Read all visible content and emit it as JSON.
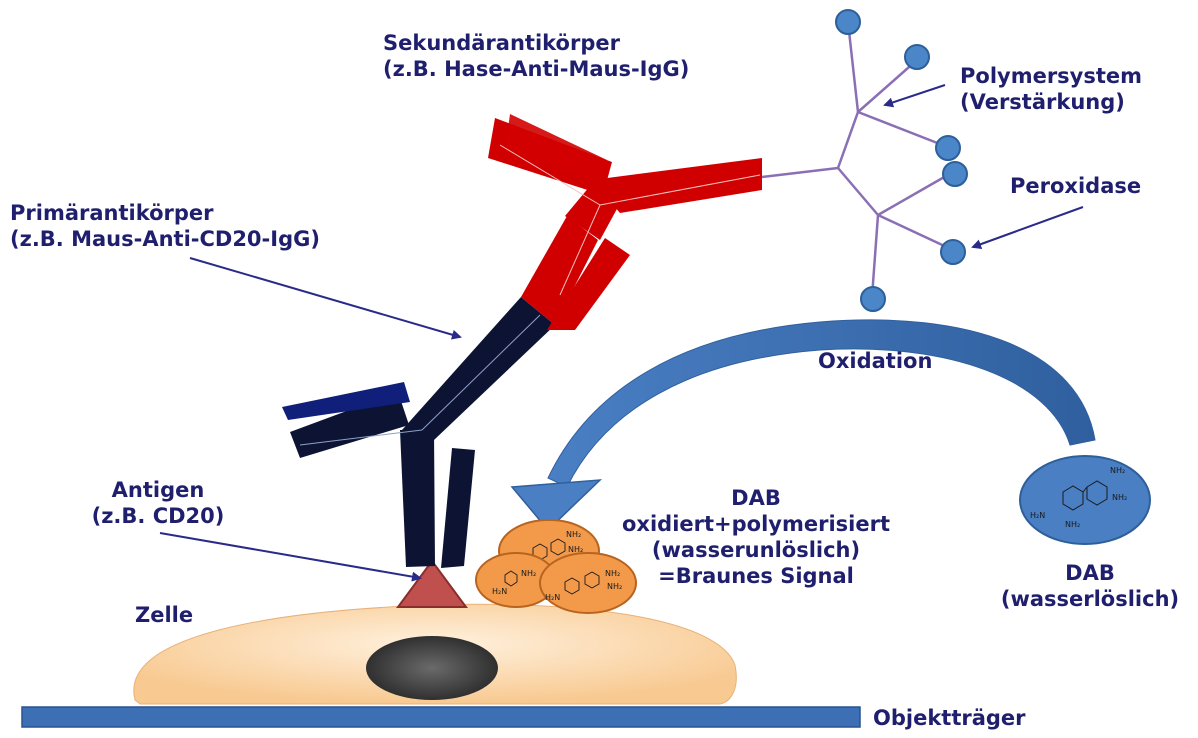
{
  "labels": {
    "secondary_antibody": [
      "Sekundärantikörper",
      "(z.B. Hase-Anti-Maus-IgG)"
    ],
    "primary_antibody": [
      "Primärantikörper",
      "(z.B. Maus-Anti-CD20-IgG)"
    ],
    "polymer_system": [
      "Polymersystem",
      "(Verstärkung)"
    ],
    "peroxidase": "Peroxidase",
    "oxidation": "Oxidation",
    "antigen": [
      "Antigen",
      "(z.B. CD20)"
    ],
    "dab_oxidized": [
      "DAB",
      "oxidiert+polymerisiert",
      "(wasserunlöslich)",
      "=Braunes Signal"
    ],
    "dab_soluble": [
      "DAB",
      "(wasserlöslich)"
    ],
    "cell": "Zelle",
    "slide": "Objektträger"
  },
  "chem_labels": {
    "nh2": "NH₂",
    "h2n": "H₂N"
  },
  "colors": {
    "label_text": "#1f1f6e",
    "secondary_antibody": "#d10000",
    "primary_antibody": "#0d1433",
    "primary_arm_blue": "#0f1f7a",
    "polymer_line": "#8b6fb5",
    "peroxidase": "#4a86c8",
    "antigen": "#c0504d",
    "cell": "#fbd9b0",
    "nucleus": "#3a3a3a",
    "slide": "#3d6fb5",
    "dab_brown": "#f39a4a",
    "dab_blue": "#4a7fc4",
    "arrow": "#2a2a8a"
  }
}
